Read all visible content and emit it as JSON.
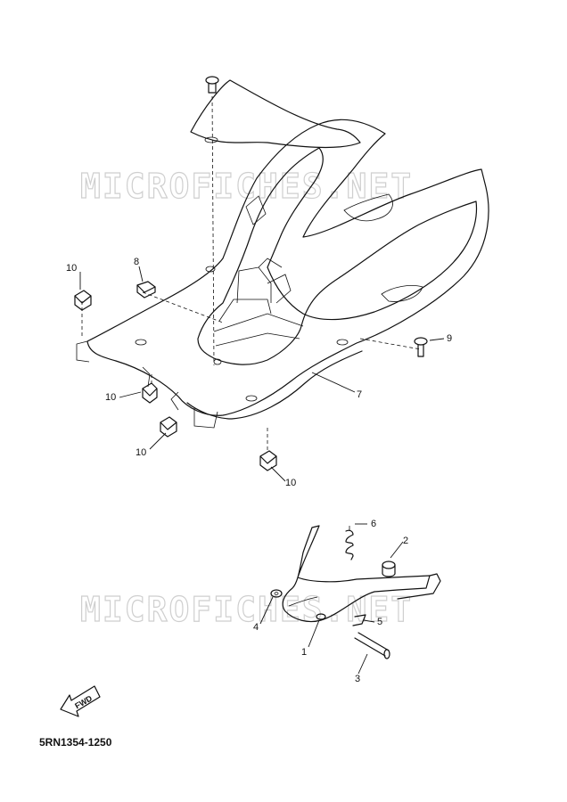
{
  "watermark": "MICROFICHES.NET",
  "catalog_code": "5RN1354-1250",
  "fwd_label": "FWD",
  "callouts": [
    {
      "id": "c10a",
      "text": "10"
    },
    {
      "id": "c8",
      "text": "8"
    },
    {
      "id": "c10b",
      "text": "10"
    },
    {
      "id": "c10c",
      "text": "10"
    },
    {
      "id": "c10d",
      "text": "10"
    },
    {
      "id": "c9",
      "text": "9"
    },
    {
      "id": "c7",
      "text": "7"
    },
    {
      "id": "c6",
      "text": "6"
    },
    {
      "id": "c2",
      "text": "2"
    },
    {
      "id": "c4",
      "text": "4"
    },
    {
      "id": "c5",
      "text": "5"
    },
    {
      "id": "c1",
      "text": "1"
    },
    {
      "id": "c3",
      "text": "3"
    }
  ]
}
